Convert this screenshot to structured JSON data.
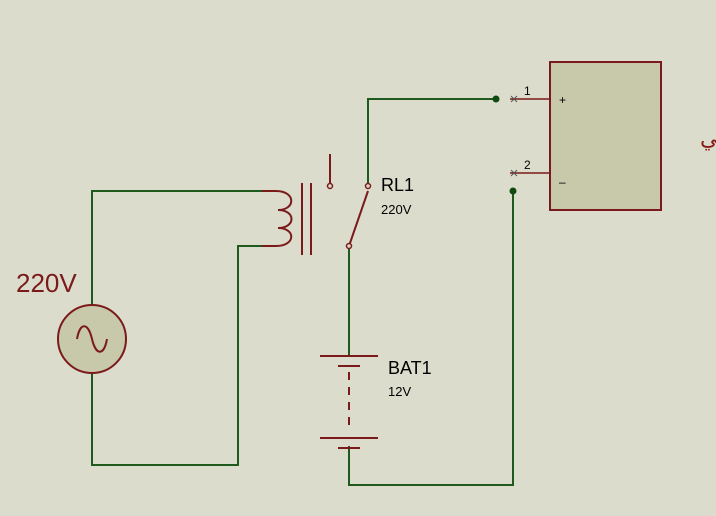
{
  "source": {
    "label": "220V",
    "label_color": "#7a1a1a"
  },
  "relay": {
    "name": "RL1",
    "rating": "220V"
  },
  "battery": {
    "name": "BAT1",
    "voltage": "12V"
  },
  "solar_panel": {
    "title": "اللوح الشمسي",
    "pin1_number": "1",
    "pin2_number": "2",
    "plus_sign": "+",
    "minus_sign": "–",
    "body_color": "#c8c8aa",
    "title_color": "#8b1a1a"
  },
  "colors": {
    "background": "#dcdccc",
    "wire": "#1e5a1e",
    "component": "#7a1a1a",
    "junction": "#0f4a0f"
  }
}
